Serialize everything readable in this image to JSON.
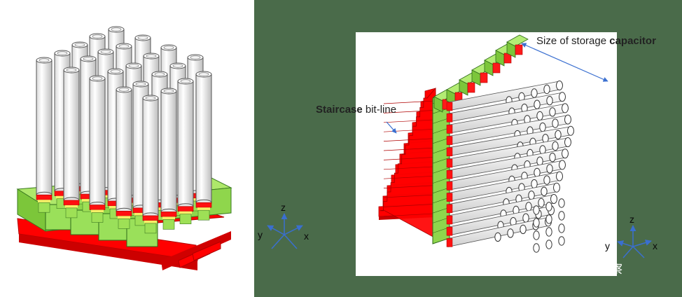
{
  "labels": {
    "capacitor_prefix": "Size of storage ",
    "capacitor_bold": "capacitor",
    "staircase_bold": "Staircase",
    "staircase_rest": " bit-line"
  },
  "axes_left": {
    "z": "z",
    "y": "y",
    "x": "x"
  },
  "axes_right": {
    "z": "z",
    "y": "y",
    "x": "x"
  },
  "watermark": {
    "text": "半导体行业观察",
    "icon": "wechat-icon"
  },
  "colors": {
    "background_dark": "#4a6b4a",
    "bitline_red": "#ff0000",
    "transistor_green": "#88d84a",
    "capacitor_white": "#ffffff",
    "axis_blue": "#3a5fb0"
  }
}
